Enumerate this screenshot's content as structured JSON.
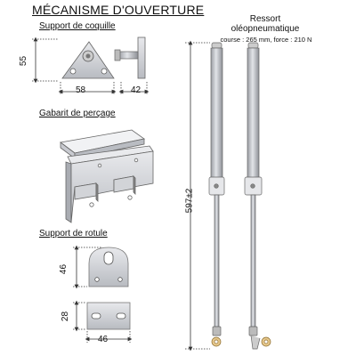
{
  "title": "MÉCANISME D'OUVERTURE",
  "sections": {
    "coquille": "Support de coquille",
    "gabarit": "Gabarit de perçage",
    "rotule": "Support de rotule"
  },
  "spring": {
    "title_line1": "Ressort",
    "title_line2": "oléopneumatique",
    "spec": "course : 265 mm, force : 210 N"
  },
  "dimensions": {
    "coquille_height": "55",
    "coquille_width": "58",
    "coquille_depth": "42",
    "rotule_height": "46",
    "rotule_side_height": "28",
    "rotule_width": "46",
    "spring_length": "597±2"
  }
}
